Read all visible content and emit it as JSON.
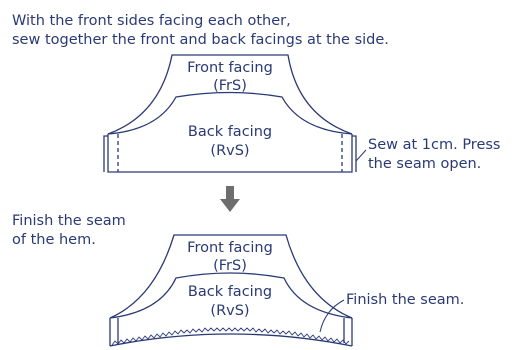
{
  "instructions": {
    "line1": "With the front sides facing each other,",
    "line2": "sew together the front and back facings at the side."
  },
  "top_diagram": {
    "front_label": "Front facing",
    "front_side": "(FrS)",
    "back_label": "Back facing",
    "back_side": "(RvS)",
    "callout_line1": "Sew at 1cm. Press",
    "callout_line2": "the seam open."
  },
  "arrow_icon": "down-arrow",
  "bottom_diagram": {
    "left_note_line1": "Finish the seam",
    "left_note_line2": "of the hem.",
    "front_label": "Front facing",
    "front_side": "(FrS)",
    "back_label": "Back facing",
    "back_side": "(RvS)",
    "callout": "Finish the seam."
  },
  "colors": {
    "ink": "#2b3a76",
    "arrow": "#6d6d6d"
  }
}
